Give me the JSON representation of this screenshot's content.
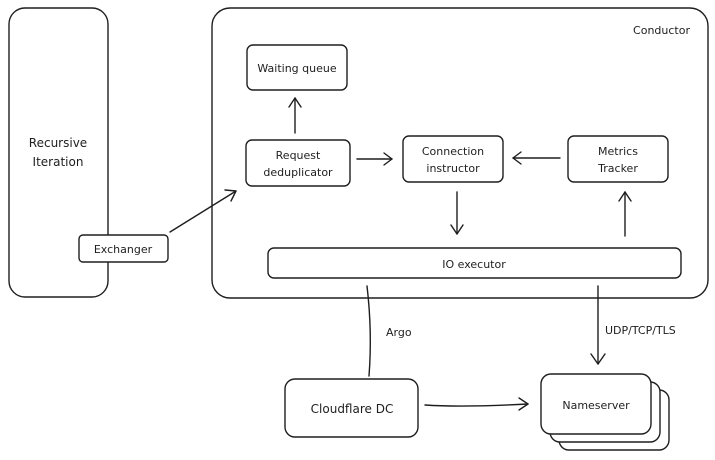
{
  "diagram": {
    "recursive_iteration": {
      "line1": "Recursive",
      "line2": "Iteration"
    },
    "exchanger": "Exchanger",
    "conductor": "Conductor",
    "waiting_queue": "Waiting queue",
    "request_deduplicator": {
      "line1": "Request",
      "line2": "deduplicator"
    },
    "connection_instructor": {
      "line1": "Connection",
      "line2": "instructor"
    },
    "metrics_tracker": {
      "line1": "Metrics",
      "line2": "Tracker"
    },
    "io_executor": "IO executor",
    "cloudflare_dc": "Cloudflare DC",
    "argo": "Argo",
    "protocols": "UDP/TCP/TLS",
    "nameserver": "Nameserver"
  }
}
